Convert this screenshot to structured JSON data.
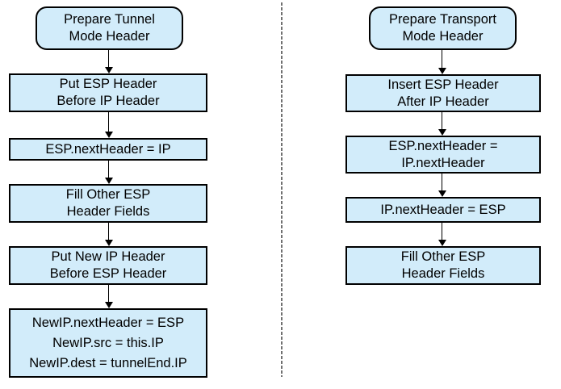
{
  "diagram": {
    "title": "ESP header preparation flowchart",
    "colors": {
      "box_fill": "#d2ecfa",
      "box_border": "#000000",
      "divider": "#707070",
      "text": "#000000"
    },
    "flows": {
      "tunnel": {
        "start": "Prepare Tunnel\nMode Header",
        "steps": [
          "Put ESP Header\nBefore IP Header",
          "ESP.nextHeader = IP",
          "Fill Other ESP\nHeader Fields",
          "Put New IP Header\nBefore ESP Header",
          "NewIP.nextHeader = ESP\nNewIP.src = this.IP\nNewIP.dest = tunnelEnd.IP"
        ]
      },
      "transport": {
        "start": "Prepare Transport\nMode Header",
        "steps": [
          "Insert ESP Header\nAfter IP Header",
          "ESP.nextHeader =\nIP.nextHeader",
          "IP.nextHeader = ESP",
          "Fill Other ESP\nHeader Fields"
        ]
      }
    }
  }
}
